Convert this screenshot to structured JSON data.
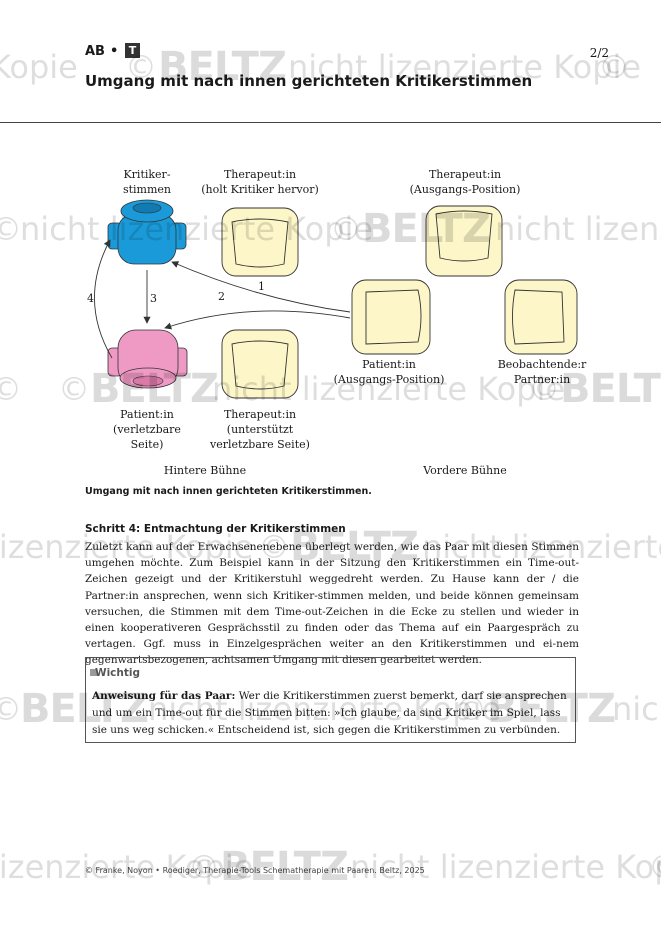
{
  "header": {
    "label": "AB",
    "bullet": "•",
    "type_badge": "T",
    "page": "2/2",
    "title": "Umgang mit nach innen gerichteten Kritikerstimmen"
  },
  "figure": {
    "labels": {
      "kritiker": "Kritiker-\nstimmen",
      "therapeut_holt": "Therapeut:in\n(holt Kritiker hervor)",
      "therapeut_ausgang": "Therapeut:in\n(Ausgangs-Position)",
      "patient_verletzbar": "Patient:in\n(verletzbare\nSeite)",
      "therapeut_unterstuetzt": "Therapeut:in\n(unterstützt\nverletzbare Seite)",
      "patient_ausgang": "Patient:in\n(Ausgangs-Position)",
      "beobachtend": "Beobachtende:r\nPartner:in",
      "hintere_buehne": "Hintere Bühne",
      "vordere_buehne": "Vordere Bühne"
    },
    "numbers": {
      "n1": "1",
      "n2": "2",
      "n3": "3",
      "n4": "4"
    },
    "colors": {
      "chair_fill": "#fdf6c8",
      "kritiker_fill": "#1a9ad9",
      "patient_fill": "#ef9ac4",
      "outline": "#333333"
    }
  },
  "caption": "Umgang mit nach innen gerichteten Kritikerstimmen.",
  "section": {
    "title": "Schritt 4: Entmachtung der Kritikerstimmen",
    "body": "Zuletzt kann auf der Erwachsenenebene überlegt werden, wie das Paar mit diesen Stimmen umgehen möchte. Zum Beispiel kann in der Sitzung den Kritikerstimmen ein Time-out-Zeichen gezeigt und der Kritikerstuhl weggedreht werden. Zu Hause kann der / die Partner:in ansprechen, wenn sich Kritiker-stimmen melden, und beide können gemeinsam versuchen, die Stimmen mit dem Time-out-Zeichen in die Ecke zu stellen und wieder in einen kooperativeren Gesprächsstil zu finden oder das Thema auf ein Paargespräch zu vertagen. Ggf. muss in Einzelgesprächen weiter an den Kritikerstimmen und ei-nem gegenwartsbezogenen, achtsamen Umgang mit diesen gearbeitet werden."
  },
  "box": {
    "title": "Wichtig",
    "lead": "Anweisung für das Paar:",
    "body": " Wer die Kritikerstimmen zuerst bemerkt, darf sie ansprechen und um ein Time-out für die Stimmen bitten: »Ich glaube, da sind Kritiker im Spiel, lass sie uns weg schicken.« Entscheidend ist, sich gegen die Kritikerstimmen zu verbünden."
  },
  "footer": "© Franke, Noyon • Roediger, Therapie-Tools Schematherapie mit Paaren. Beltz, 2025",
  "watermark": {
    "copyright": "©",
    "logo": "BELTZ",
    "text": "nicht lizenzierte Kopie",
    "fragment_kopie": "Kopie",
    "fragment_lizenzierte_kopie": "lizenzierte Kopie",
    "fragment_nicht": "nicht"
  }
}
